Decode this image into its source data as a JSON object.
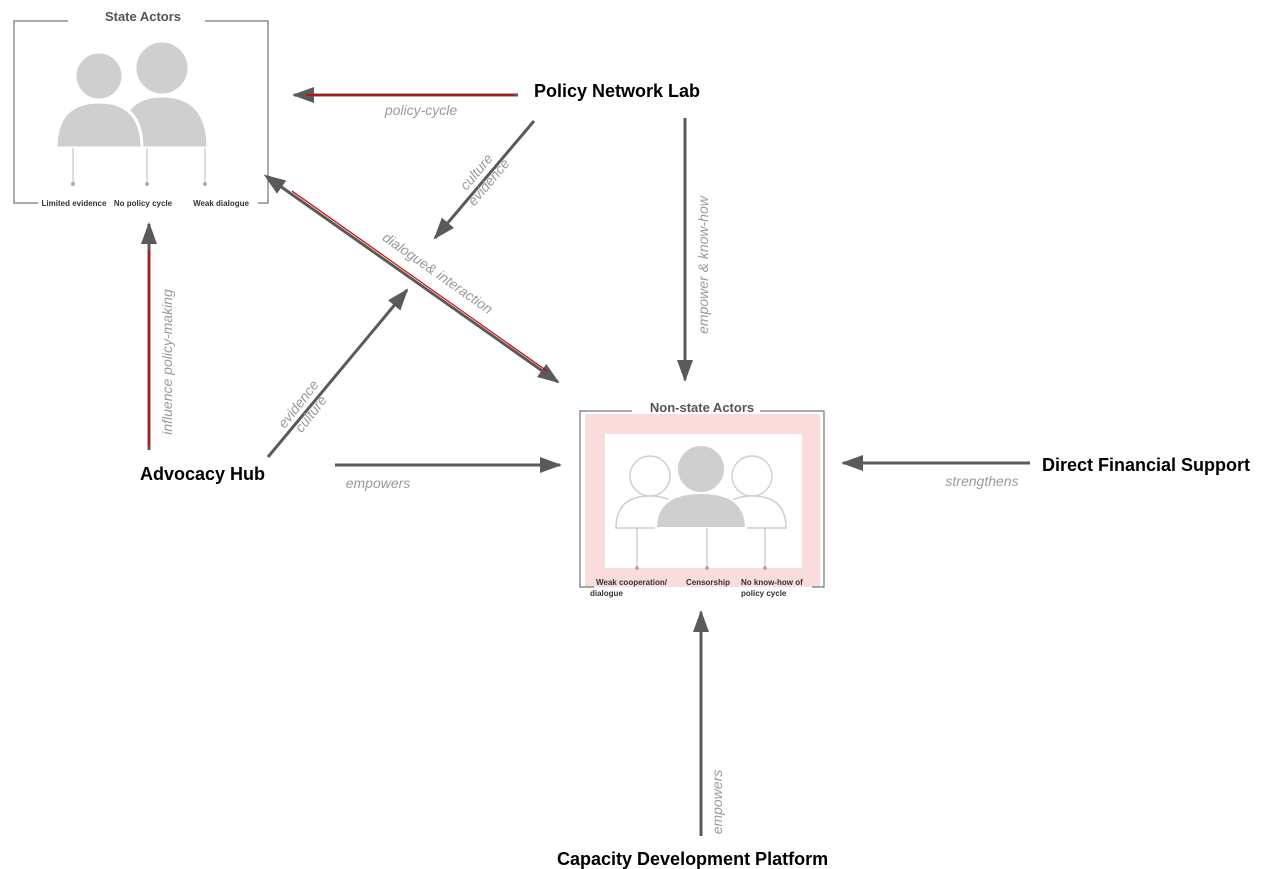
{
  "actors": {
    "state": {
      "title": "State Actors",
      "issues": [
        "Limited evidence",
        "No policy cycle",
        "Weak dialogue"
      ]
    },
    "non_state": {
      "title": "Non-state Actors",
      "issues": [
        "Weak cooperation/",
        "dialogue",
        "Censorship",
        "No know-how of",
        "policy cycle"
      ]
    }
  },
  "nodes": {
    "policy_lab": "Policy Network Lab",
    "advocacy_hub": "Advocacy Hub",
    "financial_support": "Direct Financial Support",
    "capacity_platform": "Capacity Development Platform"
  },
  "edges": {
    "policy_cycle": "policy-cycle",
    "culture": "culture",
    "evidence": "evidence",
    "dialogue": "dialogue& interaction",
    "empower_know_how": "empower & know-how",
    "influence": "influence policy-making",
    "hub_evidence": "evidence",
    "hub_culture": "culture",
    "hub_empowers": "empowers",
    "strengthens": "strengthens",
    "platform_empowers": "empowers"
  },
  "colors": {
    "arrow": "#5a5a5a",
    "highlight": "#d00000",
    "silhouette": "#cfcfcf",
    "non_state_fill": "#fadcdc"
  }
}
